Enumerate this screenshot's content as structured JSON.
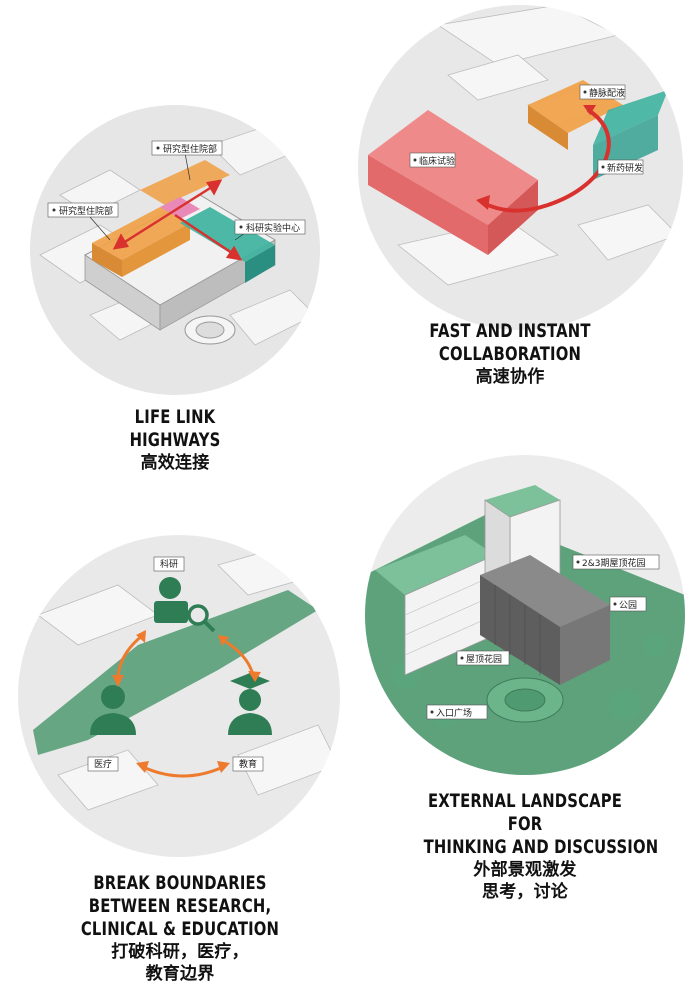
{
  "panel1": {
    "labels": {
      "top": "研究型住院部",
      "left": "研究型住院部",
      "right": "科研实验中心"
    },
    "caption": {
      "en_1": "LIFE LINK",
      "en_2": "HIGHWAYS",
      "zh_1": "高效连接"
    }
  },
  "panel2": {
    "labels": {
      "top": "静脉配液",
      "left": "临床试验",
      "right": "新药研发"
    },
    "caption": {
      "en_1": "FAST AND INSTANT",
      "en_2": "COLLABORATION",
      "zh_1": "高速协作"
    }
  },
  "panel3": {
    "labels": {
      "top": "科研",
      "left": "医疗",
      "right": "教育"
    },
    "caption": {
      "en_1": "BREAK BOUNDARIES",
      "en_2": "BETWEEN RESEARCH,",
      "en_3": "CLINICAL  & EDUCATION",
      "zh_1": "打破科研，医疗，",
      "zh_2": "教育边界"
    }
  },
  "panel4": {
    "labels": {
      "l1": "2&3期屋顶花园",
      "l2": "公园",
      "l3": "屋顶花园",
      "l4": "入口广场"
    },
    "caption": {
      "en_1": "EXTERNAL LANDSCAPE",
      "en_2": "FOR",
      "en_3": "THINKING AND DISCUSSION",
      "zh_1": "外部景观激发",
      "zh_2": "思考，讨论"
    }
  },
  "colors": {
    "orange": "#f0a24a",
    "teal": "#3fb3a0",
    "red": "#d9322e",
    "pink": "#ef8080",
    "green": "#3f8f66",
    "arrow_orange": "#ee7a2d",
    "gray": "#e4e4e4"
  }
}
